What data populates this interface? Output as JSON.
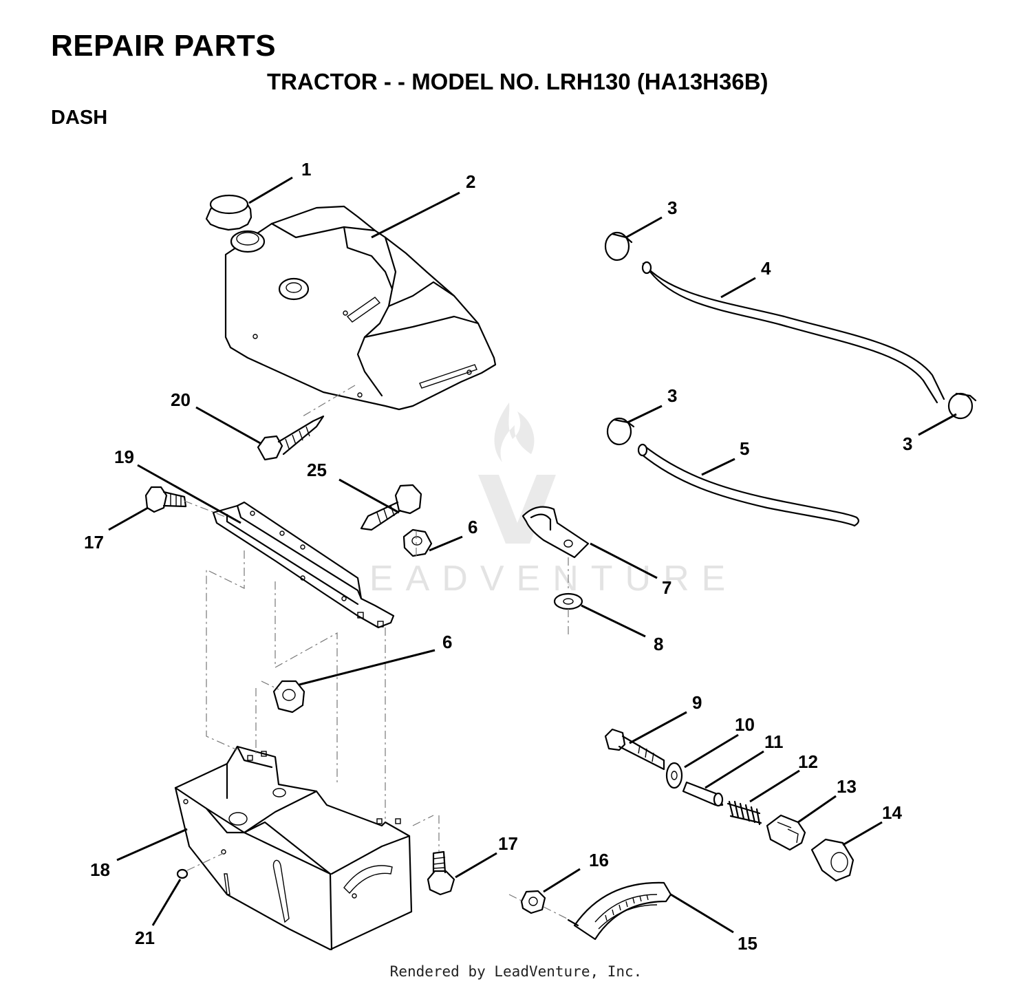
{
  "header": {
    "title": "REPAIR PARTS",
    "subtitle": "TRACTOR - - MODEL NO. LRH130 (HA13H36B)",
    "section": "DASH"
  },
  "watermark": {
    "text": "LEADVENTURE",
    "color": "#d9d9d9"
  },
  "footer": {
    "text": "Rendered by LeadVenture, Inc."
  },
  "callouts": [
    "1",
    "2",
    "3",
    "4",
    "3",
    "3",
    "5",
    "20",
    "19",
    "25",
    "17",
    "6",
    "7",
    "8",
    "6",
    "9",
    "10",
    "11",
    "12",
    "13",
    "14",
    "17",
    "16",
    "18",
    "21",
    "15"
  ]
}
